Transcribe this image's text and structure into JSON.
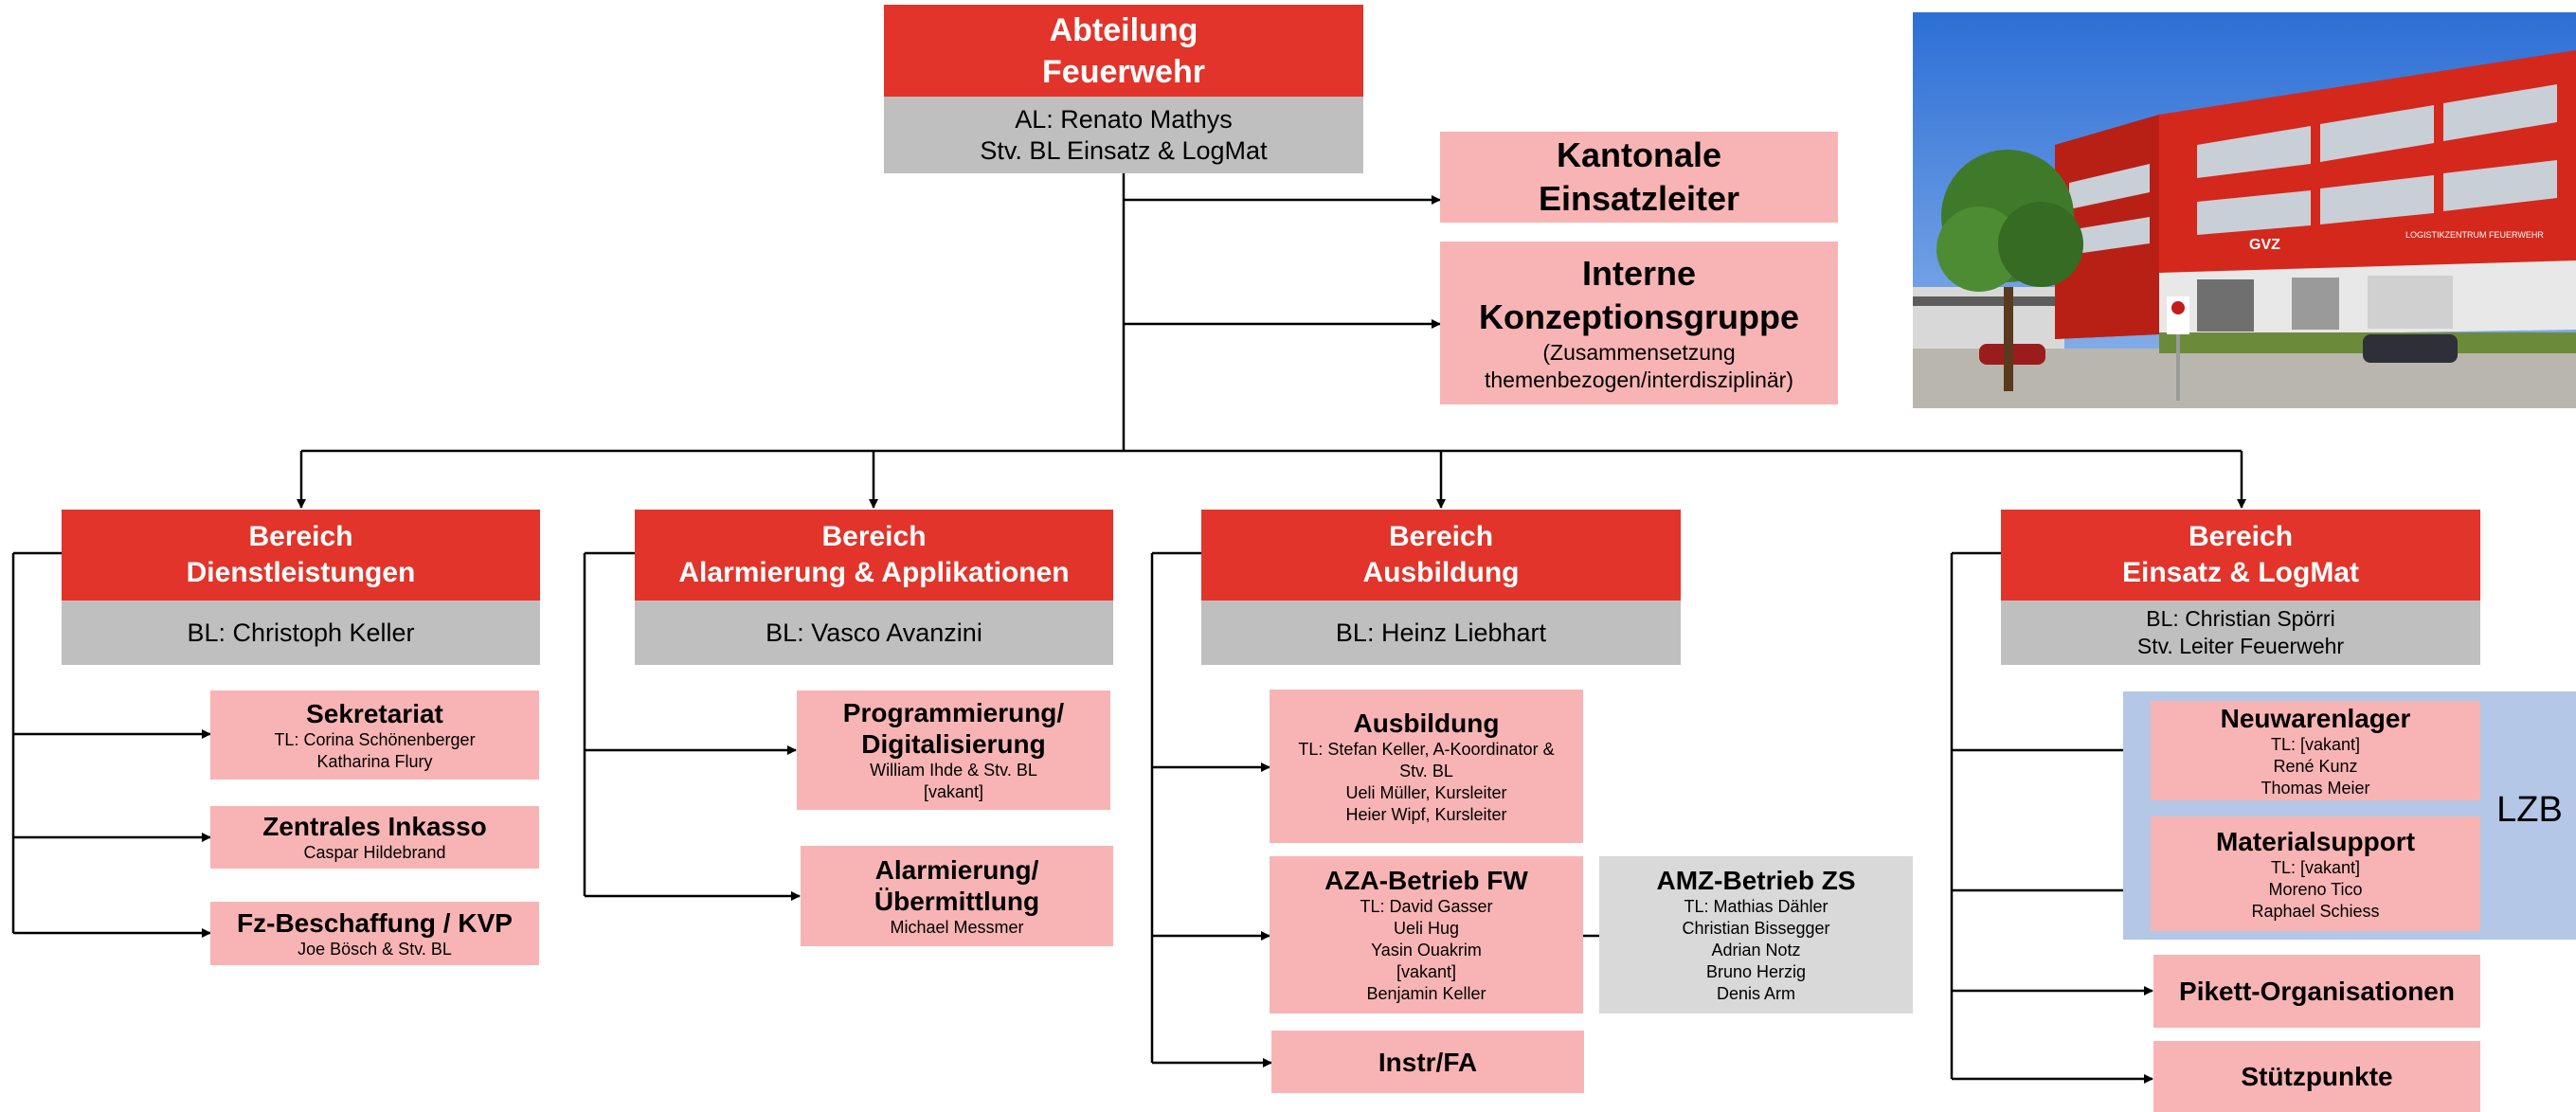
{
  "top": {
    "title_line1": "Abteilung",
    "title_line2": "Feuerwehr",
    "al": "AL: Renato Mathys",
    "stv": "Stv. BL Einsatz & LogMat"
  },
  "kantonale": {
    "line1": "Kantonale",
    "line2": "Einsatzleiter"
  },
  "interne": {
    "line1": "Interne",
    "line2": "Konzeptionsgruppe",
    "line3": "(Zusammensetzung",
    "line4": "themenbezogen/interdisziplinär)"
  },
  "photo": {
    "sign_logo": "GVZ",
    "sign_text": "LOGISTIKZENTRUM FEUERWEHR"
  },
  "bereiche": {
    "dienst": {
      "line1": "Bereich",
      "line2": "Dienstleistungen",
      "bl": "BL: Christoph Keller",
      "sekretariat": {
        "title": "Sekretariat",
        "l1": "TL: Corina Schönenberger",
        "l2": "Katharina Flury"
      },
      "inkasso": {
        "title": "Zentrales Inkasso",
        "l1": "Caspar Hildebrand"
      },
      "fz": {
        "title": "Fz-Beschaffung / KVP",
        "l1": "Joe Bösch & Stv. BL"
      }
    },
    "alarm": {
      "line1": "Bereich",
      "line2": "Alarmierung & Applikationen",
      "bl": "BL: Vasco Avanzini",
      "prog": {
        "t1": "Programmierung/",
        "t2": "Digitalisierung",
        "l1": "William Ihde & Stv. BL",
        "l2": "[vakant]"
      },
      "alarmierung": {
        "t1": "Alarmierung/",
        "t2": "Übermittlung",
        "l1": "Michael Messmer"
      }
    },
    "ausbildung": {
      "line1": "Bereich",
      "line2": "Ausbildung",
      "bl": "BL: Heinz Liebhart",
      "ausb": {
        "title": "Ausbildung",
        "l1": "TL: Stefan Keller, A-Koordinator &",
        "l2": "Stv. BL",
        "l3": "Ueli Müller, Kursleiter",
        "l4": "Heier Wipf, Kursleiter"
      },
      "aza": {
        "title": "AZA-Betrieb FW",
        "l1": "TL: David Gasser",
        "l2": "Ueli Hug",
        "l3": "Yasin Ouakrim",
        "l4": "[vakant]",
        "l5": "Benjamin Keller"
      },
      "amz": {
        "title": "AMZ-Betrieb ZS",
        "l1": "TL: Mathias Dähler",
        "l2": "Christian Bissegger",
        "l3": "Adrian Notz",
        "l4": "Bruno Herzig",
        "l5": "Denis Arm"
      },
      "instr": {
        "title": "Instr/FA"
      }
    },
    "einsatz": {
      "line1": "Bereich",
      "line2": "Einsatz & LogMat",
      "bl": "BL: Christian Spörri",
      "bl2": "Stv. Leiter Feuerwehr",
      "neuwaren": {
        "title": "Neuwarenlager",
        "l1": "TL: [vakant]",
        "l2": "René Kunz",
        "l3": "Thomas Meier"
      },
      "material": {
        "title": "Materialsupport",
        "l1": "TL: [vakant]",
        "l2": "Moreno Tico",
        "l3": "Raphael Schiess"
      },
      "lzb": "LZB",
      "pikett": {
        "title": "Pikett-Organisationen"
      },
      "stuetz": {
        "title": "Stützpunkte"
      }
    }
  },
  "colors": {
    "header_red": "#e2342a",
    "gray": "#bfbfbf",
    "pink": "#f8b4b4",
    "light_gray": "#d9d9d9",
    "lzb_blue": "#b4c7e7"
  }
}
